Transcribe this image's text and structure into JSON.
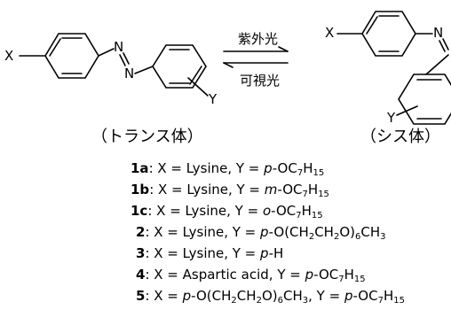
{
  "scheme": {
    "left": {
      "x_label": "X",
      "n1": "N",
      "n2": "N",
      "y_label": "Y",
      "caption": "（トランス体）"
    },
    "right": {
      "x_label": "X",
      "n1": "N",
      "y_label": "Y",
      "caption": "（シス体）"
    },
    "forward_label": "紫外光",
    "reverse_label": "可視光"
  },
  "compounds": [
    {
      "id": "1a",
      "x": "Lysine",
      "y_prefix": "p",
      "y_parts": [
        "-OC",
        "7",
        "H",
        "15"
      ]
    },
    {
      "id": "1b",
      "x": "Lysine",
      "y_prefix": "m",
      "y_parts": [
        "-OC",
        "7",
        "H",
        "15"
      ]
    },
    {
      "id": "1c",
      "x": "Lysine",
      "y_prefix": "o",
      "y_parts": [
        "-OC",
        "7",
        "H",
        "15"
      ]
    },
    {
      "id": "2",
      "x": "Lysine",
      "y_prefix": "p",
      "y_parts": [
        "-O(CH",
        "2",
        "CH",
        "2",
        "O)",
        "6",
        "CH",
        "3"
      ]
    },
    {
      "id": "3",
      "x": "Lysine",
      "y_prefix": "p",
      "y_parts": [
        "-H"
      ]
    },
    {
      "id": "4",
      "x": "Aspartic acid",
      "y_prefix": "p",
      "y_parts": [
        "-OC",
        "7",
        "H",
        "15"
      ]
    },
    {
      "id": "5",
      "x_prefix": "p",
      "x_parts": [
        "-O(CH",
        "2",
        "CH",
        "2",
        "O)",
        "6",
        "CH",
        "3"
      ],
      "y_prefix": "p",
      "y_parts": [
        "-OC",
        "7",
        "H",
        "15"
      ]
    }
  ]
}
